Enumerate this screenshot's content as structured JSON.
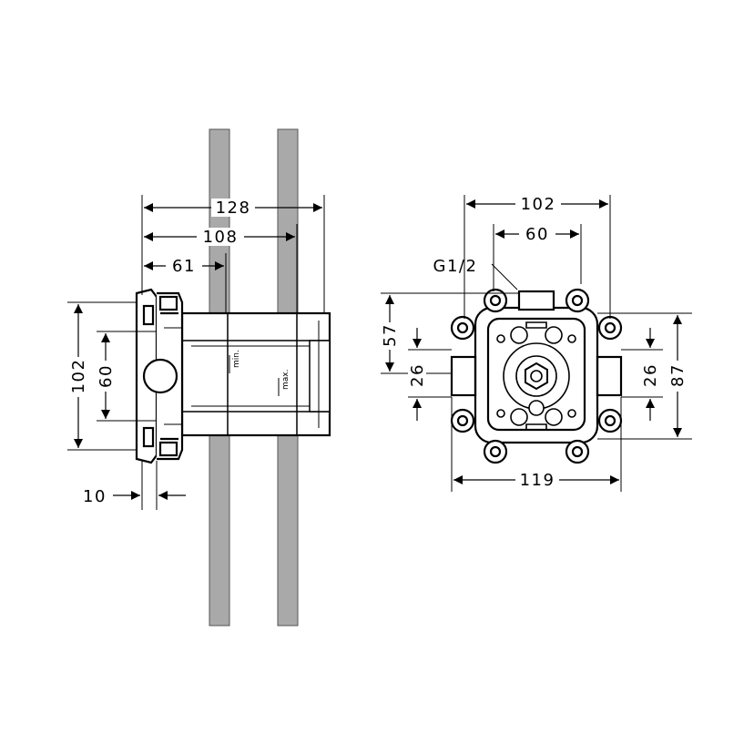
{
  "side_view": {
    "dims": {
      "d128": "128",
      "d108": "108",
      "d61": "61",
      "d102": "102",
      "d60": "60",
      "d10": "10"
    },
    "notes": {
      "min": "min.",
      "max": "max."
    }
  },
  "front_view": {
    "dims": {
      "d102": "102",
      "d60": "60",
      "thread": "G1/2",
      "d57": "57",
      "d26_left": "26",
      "d26_right": "26",
      "d87": "87",
      "d119": "119"
    }
  }
}
